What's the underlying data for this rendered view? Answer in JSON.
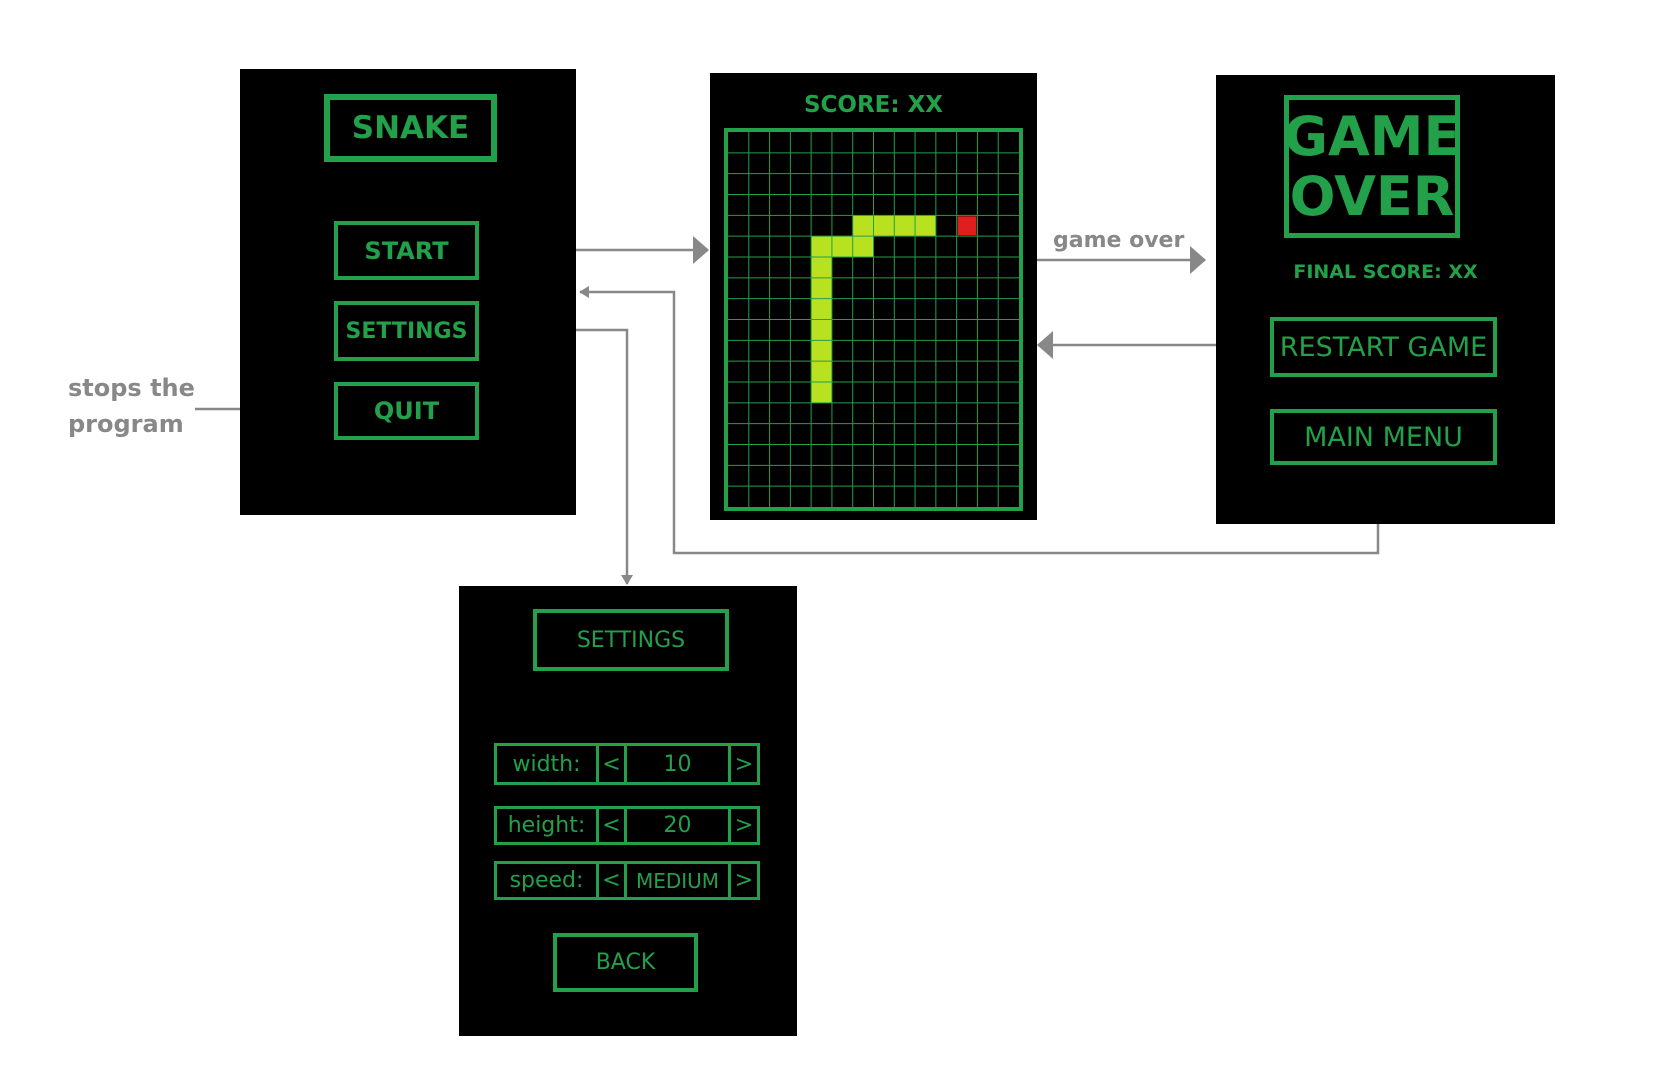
{
  "main_menu": {
    "title": "SNAKE",
    "start": "START",
    "settings": "SETTINGS",
    "quit": "QUIT"
  },
  "game": {
    "score": "SCORE: XX",
    "grid": {
      "cols": 14,
      "rows": 18,
      "snake": [
        [
          4,
          6
        ],
        [
          4,
          7
        ],
        [
          4,
          8
        ],
        [
          4,
          9
        ],
        [
          4,
          10
        ],
        [
          4,
          11
        ],
        [
          4,
          12
        ],
        [
          5,
          5
        ],
        [
          6,
          5
        ],
        [
          6,
          4
        ],
        [
          7,
          4
        ],
        [
          8,
          4
        ],
        [
          9,
          4
        ],
        [
          4,
          5
        ]
      ],
      "food": [
        11,
        4
      ]
    },
    "colors": {
      "grid": "#22a04a",
      "snake": "#b8e21f",
      "food": "#e01e1e"
    }
  },
  "game_over": {
    "title_line1": "GAME",
    "title_line2": "OVER",
    "final_score": "FINAL SCORE: XX",
    "restart": "RESTART GAME",
    "main_menu": "MAIN MENU"
  },
  "settings": {
    "title": "SETTINGS",
    "rows": [
      {
        "label": "width:",
        "value": "10"
      },
      {
        "label": "height:",
        "value": "20"
      },
      {
        "label": "speed:",
        "value": "MEDIUM"
      }
    ],
    "left_arrow": "<",
    "right_arrow": ">",
    "back": "BACK"
  },
  "annotations": {
    "game_over_edge": "game over",
    "quit_note_line1": "stops the",
    "quit_note_line2": "program"
  },
  "colors": {
    "accent": "#22a04a",
    "background": "#000000",
    "connector": "#888888"
  }
}
